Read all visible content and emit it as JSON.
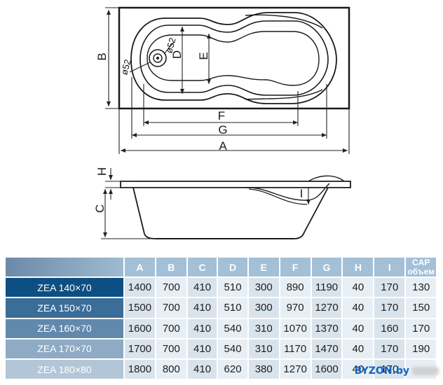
{
  "drawing": {
    "dim_labels": {
      "A": "A",
      "B": "B",
      "C": "C",
      "D": "D",
      "E": "E",
      "F": "F",
      "G": "G",
      "H": "H",
      "I": "I",
      "d52_left": "ø52",
      "d52_right": "ø52"
    }
  },
  "table": {
    "headers": [
      "A",
      "B",
      "C",
      "D",
      "E",
      "F",
      "G",
      "H",
      "I"
    ],
    "cap_header": [
      "CAP",
      "объем"
    ],
    "rows": [
      {
        "name": "ZEA 140×70",
        "values": [
          "1400",
          "700",
          "410",
          "510",
          "300",
          "890",
          "1190",
          "40",
          "170",
          "130"
        ]
      },
      {
        "name": "ZEA 150×70",
        "values": [
          "1500",
          "700",
          "410",
          "510",
          "300",
          "970",
          "1270",
          "40",
          "170",
          "150"
        ]
      },
      {
        "name": "ZEA 160×70",
        "values": [
          "1600",
          "700",
          "410",
          "540",
          "310",
          "1070",
          "1370",
          "40",
          "160",
          "170"
        ]
      },
      {
        "name": "ZEA 170×70",
        "values": [
          "1700",
          "700",
          "410",
          "540",
          "310",
          "1170",
          "1470",
          "40",
          "170",
          "190"
        ]
      },
      {
        "name": "ZEA 180×80",
        "values": [
          "1800",
          "800",
          "410",
          "620",
          "380",
          "1270",
          "1600",
          "40",
          "170",
          ""
        ]
      }
    ]
  },
  "watermark": {
    "logo_text": "BYZON.by"
  }
}
